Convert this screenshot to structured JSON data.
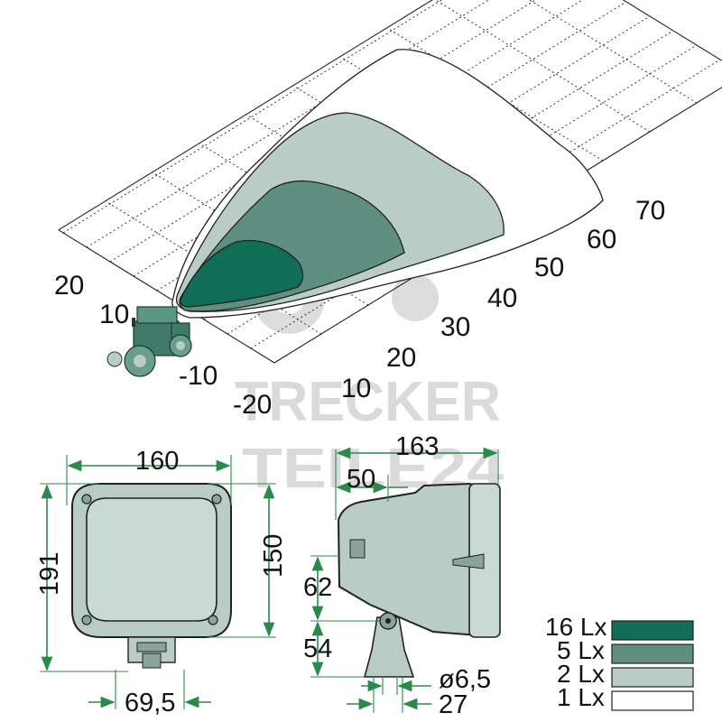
{
  "watermark": {
    "line1": "TRECKER",
    "line2": "TEILE24"
  },
  "beam_diagram": {
    "distance_labels": [
      "10",
      "20",
      "30",
      "40",
      "50",
      "60",
      "70"
    ],
    "lateral_labels": [
      "20",
      "10",
      "-10",
      "-20"
    ]
  },
  "front_view": {
    "width_label": "160",
    "height_total_label": "191",
    "height_lamp_label": "150",
    "mount_width_label": "69,5"
  },
  "side_view": {
    "depth_label": "163",
    "offset_label": "50",
    "pivot_height_label": "62",
    "bracket_height_label": "54",
    "hole_label": "ø6,5",
    "slot_label": "27"
  },
  "legend": {
    "items": [
      {
        "label": "16 Lx",
        "color": "#0f6e55"
      },
      {
        "label": "5 Lx",
        "color": "#5f8f80"
      },
      {
        "label": "2 Lx",
        "color": "#b9ccc6"
      },
      {
        "label": "1 Lx",
        "color": "#ffffff"
      }
    ]
  },
  "colors": {
    "lamp_body": "#b9ccc6",
    "lamp_dark": "#5a6b66",
    "dimension_green": "#2a8a4a",
    "tractor": "#3f7a68"
  }
}
